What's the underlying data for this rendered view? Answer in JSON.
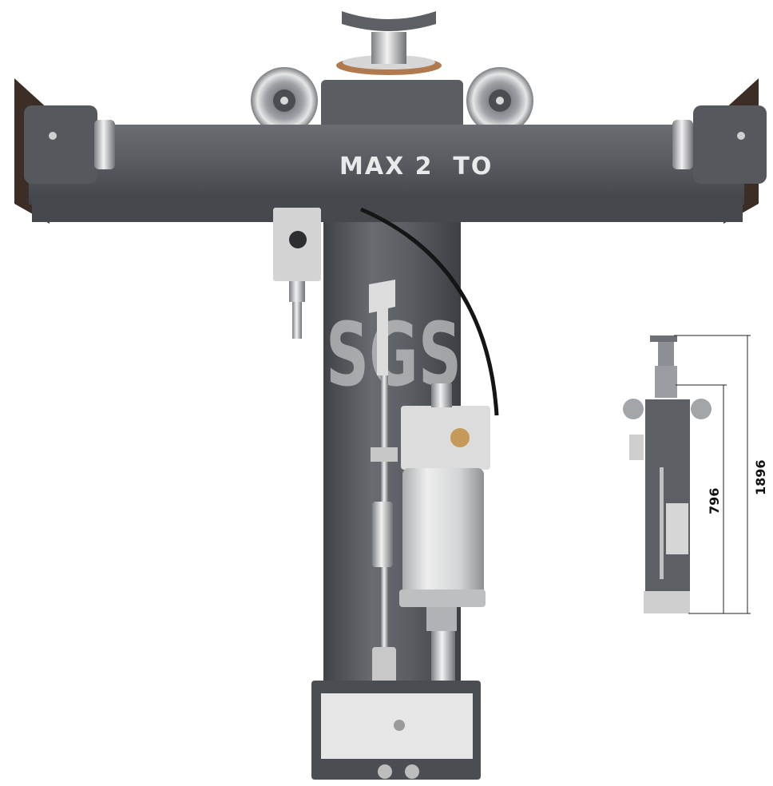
{
  "product": {
    "beam_label": "MAX 2  TO",
    "column_logo": "SGS"
  },
  "dimensions": {
    "total_height": "1896",
    "inner_height": "796"
  },
  "colors": {
    "steel_dark": "#4a4d51",
    "steel_mid": "#5b5e62",
    "steel_light": "#6c7075",
    "aluminium": "#d9d9d9",
    "chrome": "#b8bcc0"
  }
}
